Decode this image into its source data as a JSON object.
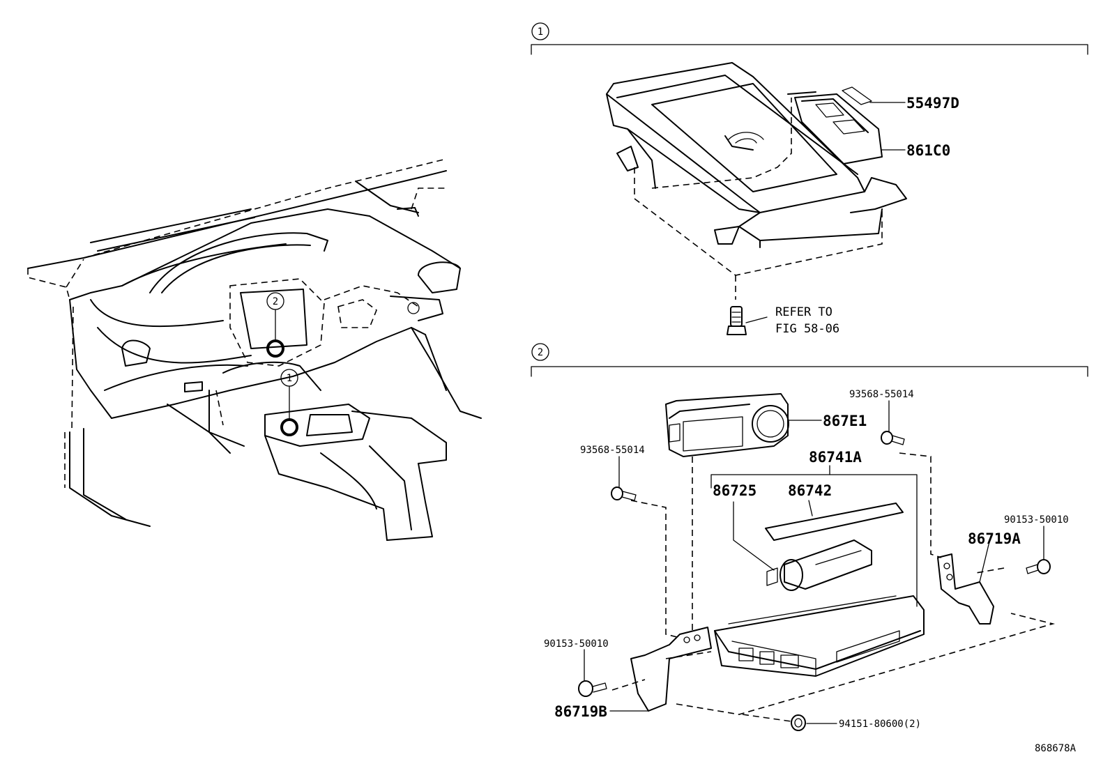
{
  "callouts": {
    "section_1": "1",
    "section_2": "2"
  },
  "parts": {
    "p55497D": "55497D",
    "p861C0": "861C0",
    "p867E1": "867E1",
    "p86741A": "86741A",
    "p86725": "86725",
    "p86742": "86742",
    "p86719A": "86719A",
    "p86719B": "86719B",
    "p93568_55014_left": "93568-55014",
    "p93568_55014_right": "93568-55014",
    "p90153_50010_left": "90153-50010",
    "p90153_50010_right": "90153-50010",
    "p94151_80600": "94151-80600(2)"
  },
  "refer": {
    "line1": "REFER TO",
    "line2": "FIG 58-06"
  },
  "figure_id": "868678A"
}
